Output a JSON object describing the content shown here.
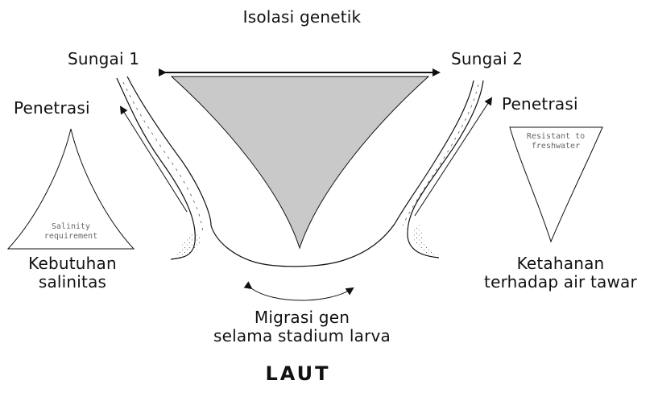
{
  "title": "Isolasi genetik",
  "river_1": "Sungai 1",
  "river_2": "Sungai 2",
  "penetration_left": "Penetrasi",
  "penetration_right": "Penetrasi",
  "salinity_triangle_label": [
    "Salinity",
    "requirement"
  ],
  "resistance_triangle_label": [
    "Resistant to",
    "freshwater"
  ],
  "salinity_caption": [
    "Kebutuhan",
    "salinitas"
  ],
  "resistance_caption": [
    "Ketahanan",
    "terhadap air tawar"
  ],
  "migration_caption": [
    "Migrasi gen",
    "selama stadium larva"
  ],
  "sea_label": "LAUT",
  "colors": {
    "isolation_triangle_fill": "#c9c9c9",
    "sand_dots": "#666666",
    "lines": "#111111"
  }
}
